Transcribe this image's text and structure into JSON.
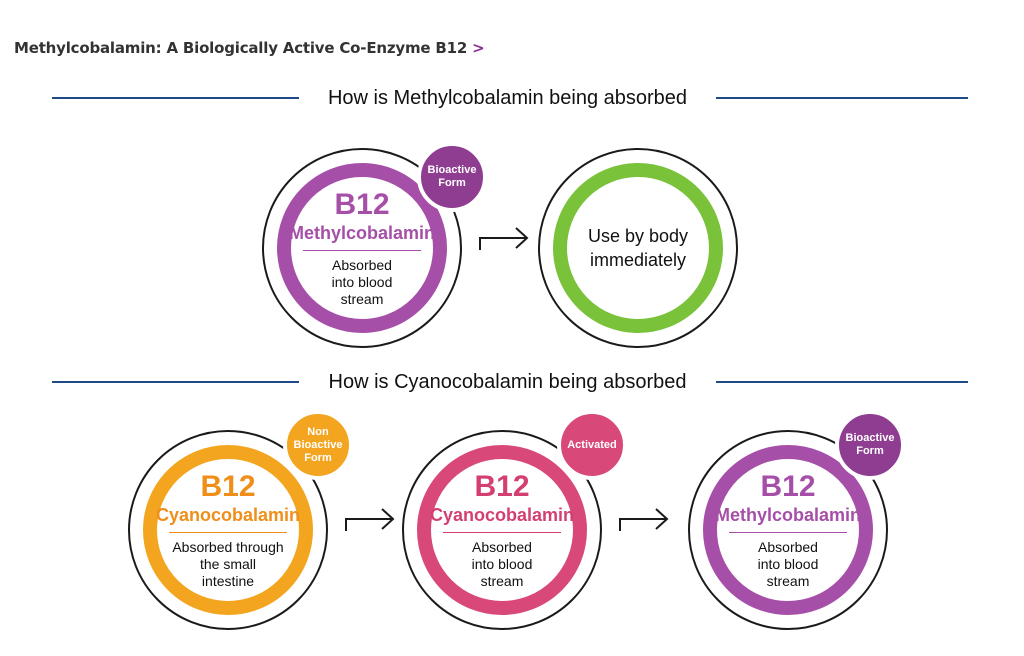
{
  "header": {
    "link_title": "Methylcobalamin: A Biologically Active Co-Enzyme B12",
    "chevron": ">"
  },
  "section1": {
    "title": "How is Methylcobalamin being absorbed",
    "circles": [
      {
        "b12": "B12",
        "name": "Methylcobalamin",
        "desc": [
          "Absorbed",
          "into blood",
          "stream"
        ],
        "badge": [
          "Bioactive",
          "Form"
        ]
      },
      {
        "text": [
          "Use by body",
          "immediately"
        ]
      }
    ]
  },
  "section2": {
    "title": "How is Cyanocobalamin being absorbed",
    "circles": [
      {
        "b12": "B12",
        "name": "Cyanocobalamin",
        "desc": [
          "Absorbed through",
          "the small",
          "intestine"
        ],
        "badge": [
          "Non",
          "Bioactive",
          "Form"
        ]
      },
      {
        "b12": "B12",
        "name": "Cyanocobalamin",
        "desc": [
          "Absorbed",
          "into blood",
          "stream"
        ],
        "badge": [
          "Activated"
        ]
      },
      {
        "b12": "B12",
        "name": "Methylcobalamin",
        "desc": [
          "Absorbed",
          "into blood",
          "stream"
        ],
        "badge": [
          "Bioactive",
          "Form"
        ]
      }
    ]
  },
  "colors": {
    "purple": "#a64fa8",
    "purple_dark": "#8e3d91",
    "green": "#79c23a",
    "orange": "#f4a51f",
    "orange_text": "#ef8f1a",
    "pink": "#d8497a",
    "pink_text": "#d43f72",
    "line_blue": "#1e4a86",
    "chevron": "#8a2c8e"
  }
}
